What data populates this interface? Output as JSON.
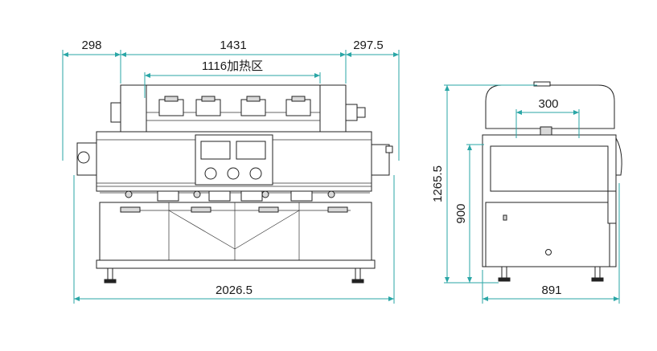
{
  "front_view": {
    "dim_left_margin": "298",
    "dim_center_width": "1431",
    "dim_right_margin": "297.5",
    "dim_heating_zone": "1116加热区",
    "dim_total_width": "2026.5"
  },
  "side_view": {
    "dim_top_width": "300",
    "dim_total_height": "1265.5",
    "dim_table_height": "900",
    "dim_depth": "891"
  },
  "colors": {
    "dimension_line": "#2aa6a6",
    "outline": "#222222",
    "text": "#1a1a1a"
  }
}
